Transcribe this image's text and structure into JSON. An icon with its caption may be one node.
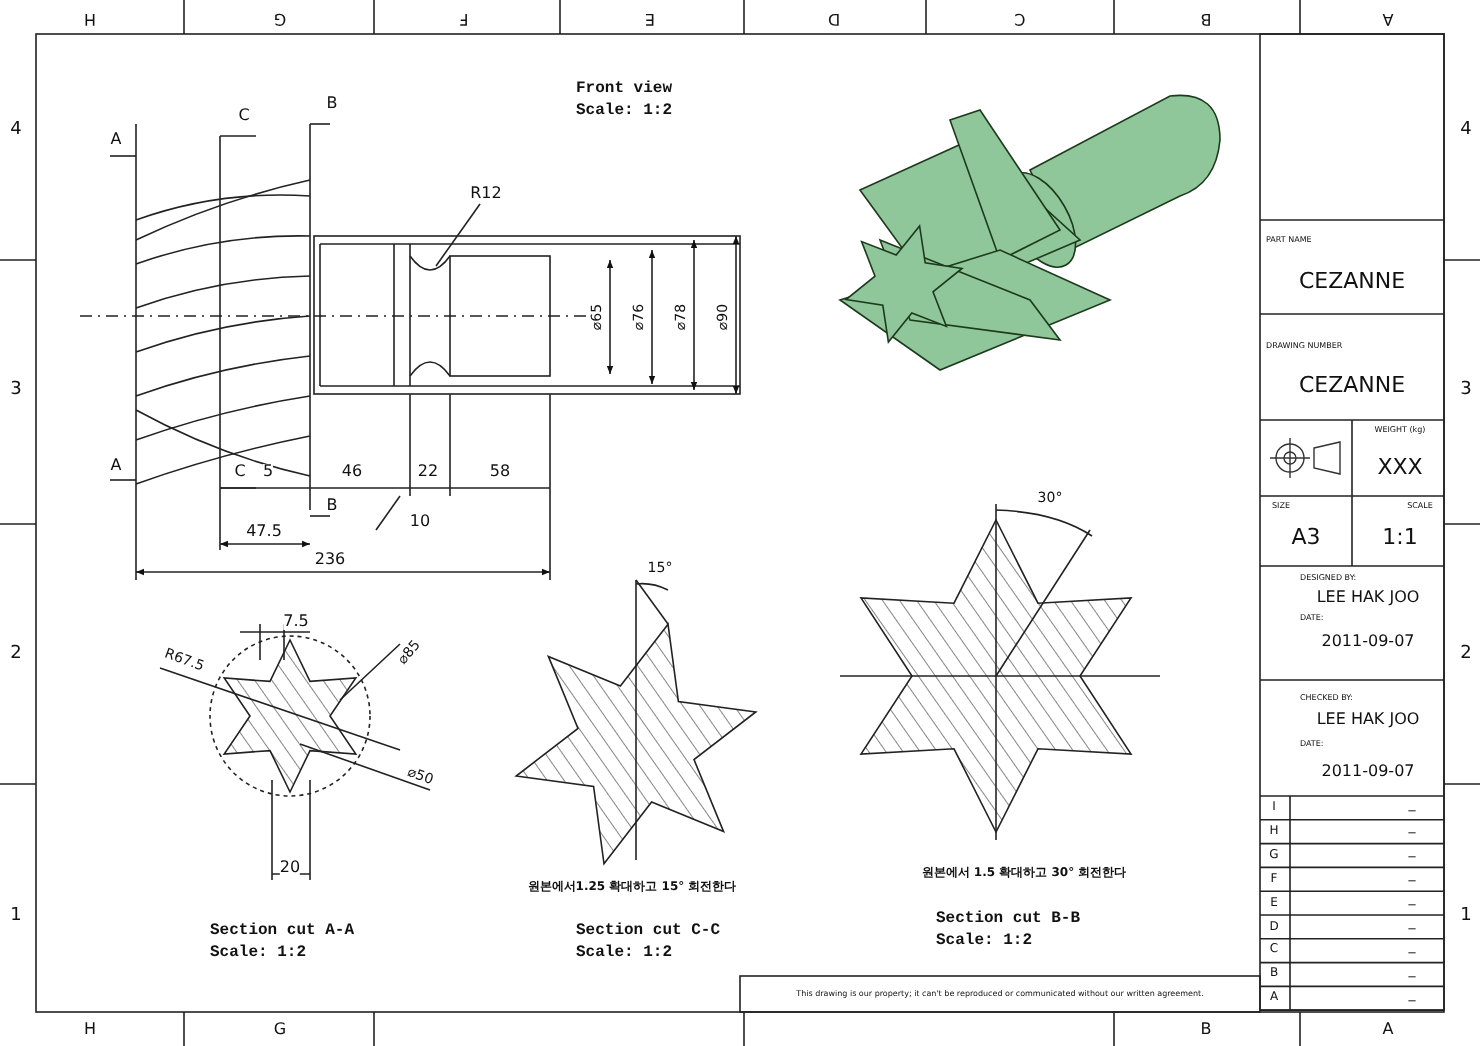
{
  "diagram": {
    "labels": [
      "H",
      "G",
      "F",
      "E",
      "D",
      "C",
      "B",
      "A",
      "4",
      "3",
      "2",
      "1",
      "4",
      "3",
      "2",
      "1",
      "Front view",
      "Scale: 1:2",
      "A",
      "C",
      "B",
      "R12",
      "⌀65",
      "⌀76",
      "⌀78",
      "⌀90",
      "A",
      "C",
      "5",
      "46",
      "22",
      "58",
      "B",
      "10",
      "47.5",
      "236",
      "7.5",
      "15°",
      "30°",
      "R67.5",
      "⌀85",
      "⌀50",
      "20",
      "원본에서1.25 확대하고 15° 회전한다",
      "원본에서 1.5 확대하고 30° 회전한다",
      "Section cut A-A",
      "Scale: 1:2",
      "Section cut C-C",
      "Scale: 1:2",
      "Section cut B-B",
      "Scale: 1:2",
      "PART NAME",
      "CEZANNE",
      "DRAWING NUMBER",
      "CEZANNE",
      "WEIGHT (kg)",
      "XXX",
      "SIZE",
      "SCALE",
      "A3",
      "1:1",
      "DESIGNED BY:",
      "LEE HAK JOO",
      "DATE:",
      "2011-09-07",
      "CHECKED BY:",
      "LEE HAK JOO",
      "DATE:",
      "2011-09-07",
      "I",
      "_",
      "H",
      "_",
      "G",
      "_",
      "F",
      "_",
      "E",
      "_",
      "D",
      "_",
      "C",
      "_",
      "B",
      "_",
      "A",
      "_",
      "This drawing is our property; it can't be reproduced or communicated without our written agreement.",
      "H",
      "G",
      "B",
      "A"
    ]
  }
}
